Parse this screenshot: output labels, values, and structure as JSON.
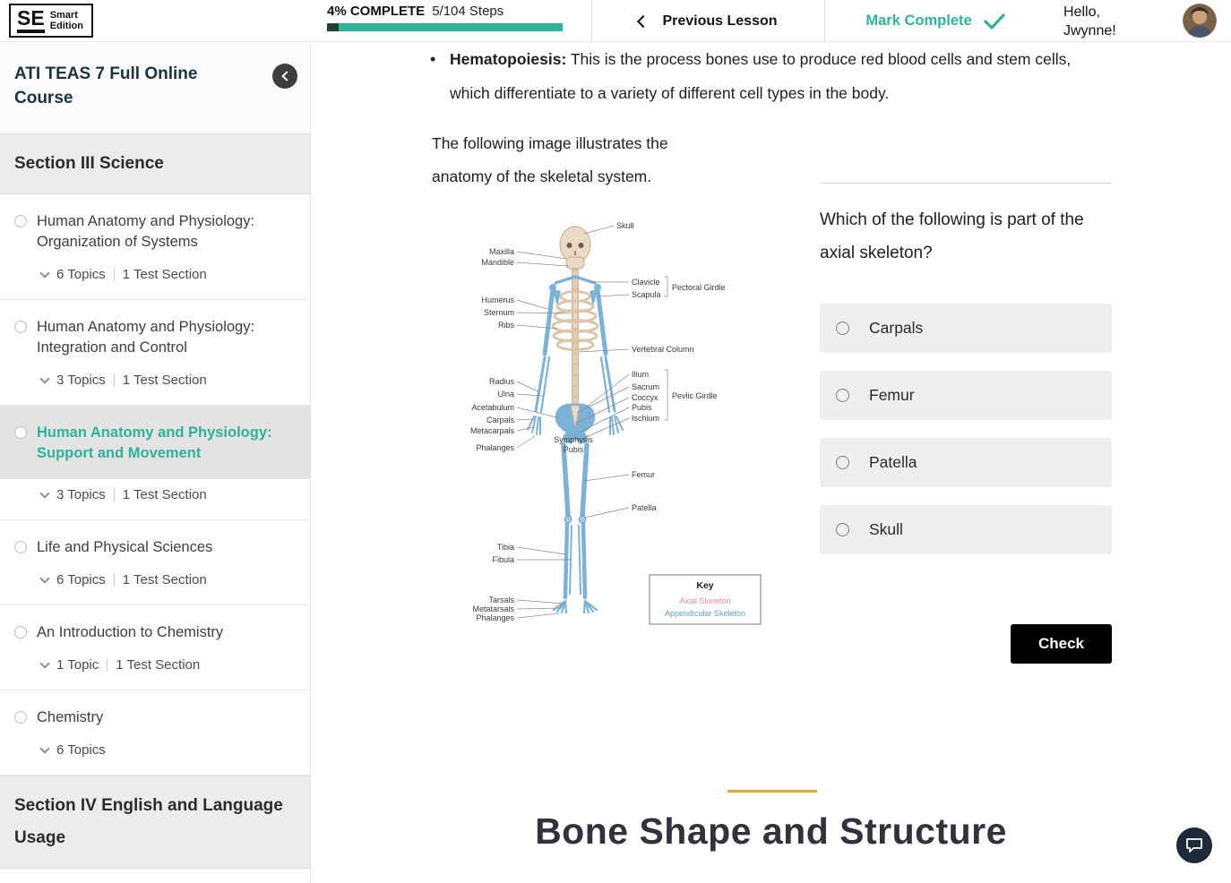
{
  "colors": {
    "accent_teal": "#2eb398",
    "progress_dark": "#223f35",
    "divider_orange": "#efa62e",
    "check_button_bg": "#000000",
    "key_axial_pink": "#e08d9b",
    "key_appendicular_blue": "#5d9ed1"
  },
  "header": {
    "logo": {
      "initials": "SE",
      "brand_top": "Smart",
      "brand_bottom": "Edition"
    },
    "progress": {
      "percent": 5,
      "percent_label": "4% COMPLETE",
      "steps_label": "5/104 Steps"
    },
    "previous_lesson": "Previous Lesson",
    "mark_complete": "Mark Complete",
    "greeting": "Hello, Jwynne!"
  },
  "sidebar": {
    "course_title": "ATI TEAS 7 Full Online Course",
    "section_iii": "Section III Science",
    "section_iv": "Section IV English and Language Usage",
    "items": [
      {
        "title": "Human Anatomy and Physiology: Organization of Systems",
        "topics": "6 Topics",
        "test": "1 Test Section"
      },
      {
        "title": "Human Anatomy and Physiology: Integration and Control",
        "topics": "3 Topics",
        "test": "1 Test Section"
      },
      {
        "title": "Human Anatomy and Physiology: Support and Movement",
        "topics": "3 Topics",
        "test": "1 Test Section"
      },
      {
        "title": "Life and Physical Sciences",
        "topics": "6 Topics",
        "test": "1 Test Section"
      },
      {
        "title": "An Introduction to Chemistry",
        "topics": "1 Topic",
        "test": "1 Test Section"
      },
      {
        "title": "Chemistry",
        "topics": "6 Topics"
      }
    ]
  },
  "lesson": {
    "bullet_term": "Hematopoiesis:",
    "bullet_text": "This is the process bones use to produce red blood cells and stem cells, which differentiate to a variety of different cell types in the body.",
    "intro": "The following image illustrates the anatomy of the skeletal system.",
    "next_heading": "Bone Shape and Structure"
  },
  "figure": {
    "labels": {
      "skull": "Skull",
      "maxilla": "Maxilla",
      "mandible": "Mandible",
      "clavicle": "Clavicle",
      "scapula": "Scapula",
      "pectoral_girdle": "Pectoral Girdle",
      "humerus": "Humerus",
      "sternum": "Sternum",
      "ribs": "Ribs",
      "vertebral_column": "Vertebral Column",
      "radius": "Radius",
      "ulna": "Ulna",
      "acetabulum": "Acetabulum",
      "carpals": "Carpals",
      "metacarpals": "Metacarpals",
      "phalanges_hand": "Phalanges",
      "ilium": "Ilium",
      "sacrum": "Sacrum",
      "coccyx": "Coccyx",
      "pubis": "Pubis",
      "ischium": "Ischium",
      "pelvic_girdle": "Pevlic Girdle",
      "symphysis_line1": "Symphysis",
      "symphysis_line2": "Pubis",
      "femur": "Femur",
      "patella": "Patella",
      "tibia": "Tibia",
      "fibula": "Fibula",
      "tarsals": "Tarsals",
      "metatarsals": "Metatarsals",
      "phalanges_foot": "Phalanges"
    },
    "key": {
      "title": "Key",
      "axial": "Axial Skeleton",
      "appendicular": "Appendicular Skeleton"
    }
  },
  "quiz": {
    "question": "Which of the following is part of the axial skeleton?",
    "options": [
      "Carpals",
      "Femur",
      "Patella",
      "Skull"
    ],
    "check_label": "Check"
  }
}
